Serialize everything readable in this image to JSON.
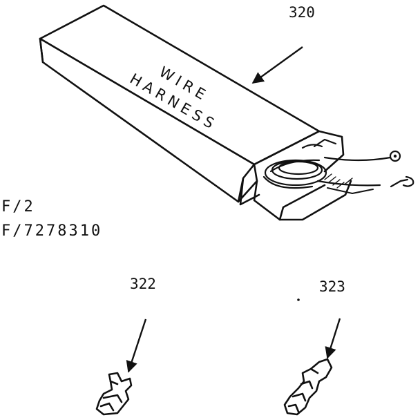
{
  "labels": {
    "box_ref": "320",
    "terminal_a_ref": "322",
    "terminal_b_ref": "323",
    "code_line_1": "F/2",
    "code_line_2": "F/7278310"
  },
  "box_print": {
    "line_1": "WIRE",
    "line_2": "HARNESS"
  },
  "colors": {
    "ink": "#111111",
    "paper": "#ffffff"
  },
  "icons": [
    "wire-harness-box-drawing",
    "terminal-322-drawing",
    "terminal-323-drawing",
    "leader-arrow"
  ]
}
